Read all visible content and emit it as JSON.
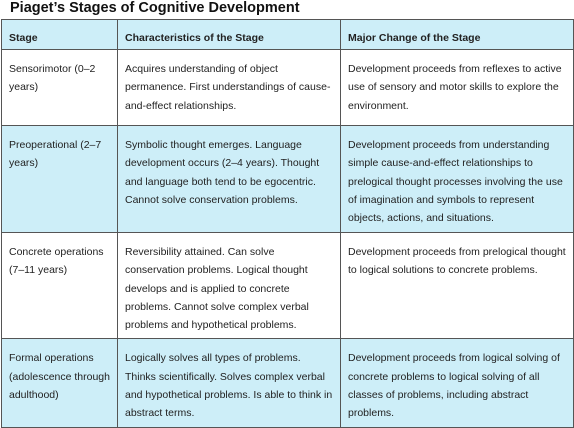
{
  "title": "Piaget’s Stages of Cognitive Development",
  "columns": [
    "Stage",
    "Characteristics of the Stage",
    "Major Change of the Stage"
  ],
  "rows": [
    {
      "stage": "Sensorimotor (0–2 years)",
      "characteristics": "Acquires understanding of object permanence. First understandings of cause-and-effect relationships.",
      "change": "Development proceeds from reflexes to active use of sensory and motor skills to explore the environment."
    },
    {
      "stage": "Preoperational (2–7 years)",
      "characteristics": "Symbolic thought emerges. Language development occurs (2–4 years). Thought and language both tend to be egocentric. Cannot solve conservation problems.",
      "change": "Development proceeds from understanding simple cause-and-effect relationships to prelogical thought processes involving the use of imagination and symbols to represent objects, actions, and situations."
    },
    {
      "stage": "Concrete operations (7–11 years)",
      "characteristics": "Reversibility attained. Can solve conservation problems. Logical thought develops and is applied to concrete problems. Cannot solve complex verbal problems and hypothetical problems.",
      "change": "Development proceeds from prelogical thought to logical solutions to concrete problems."
    },
    {
      "stage": "Formal operations (adolescence through adulthood)",
      "characteristics": "Logically solves all types of problems. Thinks scientifically. Solves complex verbal and hypothetical problems. Is able to think in abstract terms.",
      "change": "Development proceeds from logical solving of concrete problems to logical solving of all classes of problems, including abstract problems."
    }
  ],
  "colors": {
    "header_background": "#cdeef8",
    "shaded_row_background": "#cdeef8",
    "border": "#555555"
  }
}
